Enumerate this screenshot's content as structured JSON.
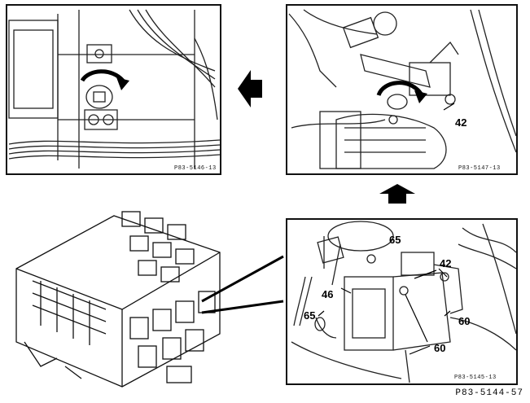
{
  "panels": {
    "top_left": {
      "code": "P83-5146-13"
    },
    "top_right": {
      "code": "P83-5147-13",
      "callouts": [
        "42"
      ]
    },
    "bottom_right": {
      "code": "P83-5145-13",
      "callouts": [
        "65",
        "42",
        "46",
        "60",
        "65",
        "60"
      ]
    }
  },
  "figure_number": "P83-5144-57",
  "icons": [
    "arrow-left-icon",
    "arrow-up-icon",
    "rotation-arrow-icon"
  ]
}
